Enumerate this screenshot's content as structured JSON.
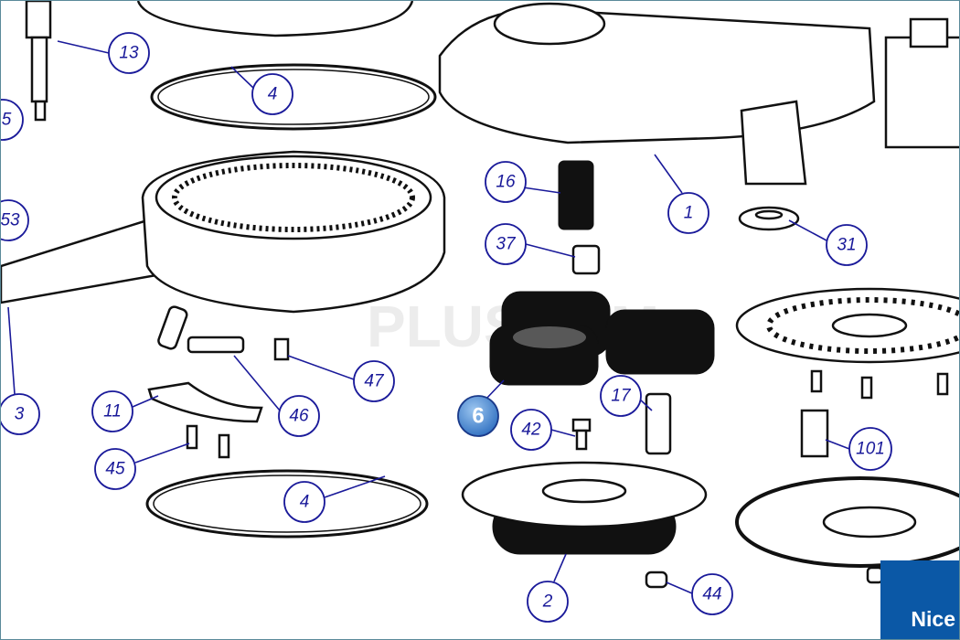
{
  "title": "Exploded parts diagram",
  "watermark": "PLUSCOM",
  "brand_logo": "Nice",
  "colors": {
    "callout": "#1a1a9a",
    "highlight": "#4a90d9",
    "logo_bg": "#0b58a6"
  },
  "callouts": [
    {
      "label": "13"
    },
    {
      "label": "4"
    },
    {
      "label": "5"
    },
    {
      "label": "53"
    },
    {
      "label": "3"
    },
    {
      "label": "16"
    },
    {
      "label": "1"
    },
    {
      "label": "37"
    },
    {
      "label": "31"
    },
    {
      "label": "47"
    },
    {
      "label": "11"
    },
    {
      "label": "46"
    },
    {
      "label": "45"
    },
    {
      "label": "4"
    },
    {
      "label": "17"
    },
    {
      "label": "6",
      "highlighted": true
    },
    {
      "label": "42"
    },
    {
      "label": "101"
    },
    {
      "label": "2"
    },
    {
      "label": "44"
    }
  ]
}
